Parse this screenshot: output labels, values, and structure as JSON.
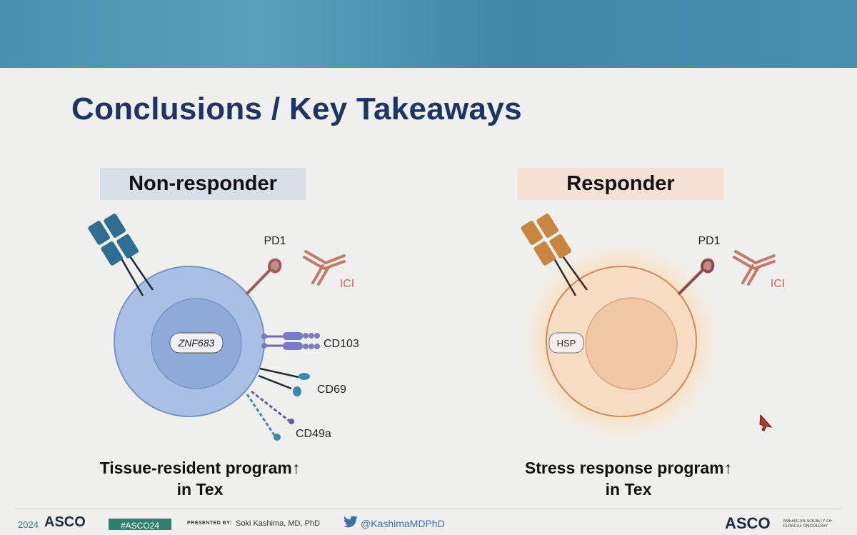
{
  "slide": {
    "title": "Conclusions / Key Takeaways"
  },
  "non_responder": {
    "label": "Non-responder",
    "nucleus_gene": "ZNF683",
    "receptors": {
      "pd1": "PD1",
      "ici": "ICI",
      "cd103": "CD103",
      "cd69": "CD69",
      "cd49a": "CD49a"
    },
    "caption_line1": "Tissue-resident program↑",
    "caption_line2": "in Tex",
    "colors": {
      "cell_outer": "#a9c0e4",
      "cell_nucleus": "#8faad8",
      "tcr": "#2f6d93"
    }
  },
  "responder": {
    "label": "Responder",
    "protein": "HSP",
    "receptors": {
      "pd1": "PD1",
      "ici": "ICI"
    },
    "caption_line1": "Stress response program↑",
    "caption_line2": "in Tex",
    "colors": {
      "cell_outer": "#f6dcc0",
      "cell_nucleus": "#f0c8a6",
      "tcr": "#c9843f"
    }
  },
  "footer": {
    "year": "2024",
    "asco": "ASCO",
    "hashtag": "#ASCO24",
    "presented_by": "PRESENTED BY:",
    "presenter": "Soki Kashima, MD, PhD",
    "handle": "@KashimaMDPhD",
    "asco_right": "ASCO",
    "society": "AMERICAN SOCIETY OF CLINICAL ONCOLOGY"
  },
  "icons": [
    "twitter-icon",
    "cursor-icon",
    "antibody-icon",
    "tcr-icon"
  ]
}
